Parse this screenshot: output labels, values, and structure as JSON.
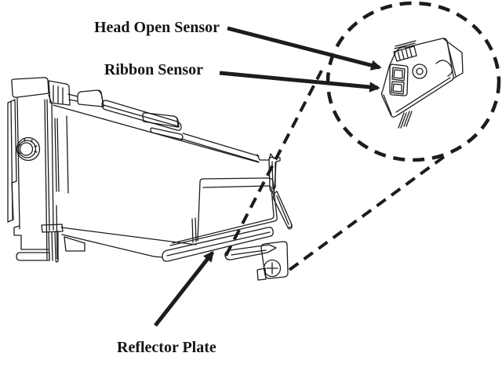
{
  "figure": {
    "labels": {
      "head_open_sensor": "Head Open Sensor",
      "ribbon_sensor": "Ribbon Sensor",
      "reflector_plate": "Reflector Plate"
    },
    "colors": {
      "ink": "#1c1c1c",
      "background": "#ffffff"
    }
  }
}
